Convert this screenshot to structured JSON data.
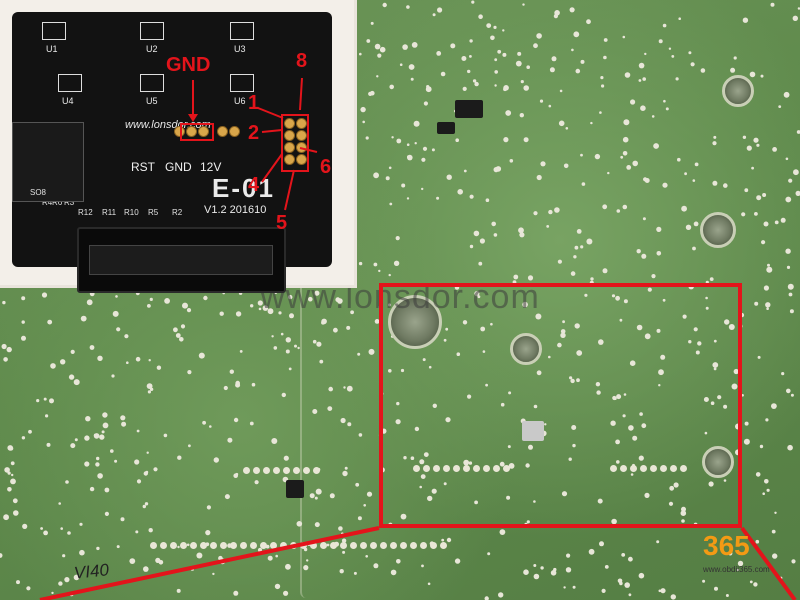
{
  "photo": {
    "main_board": "green-pcb",
    "watermark": "www.lonsdor.com",
    "handwriting": "VI40",
    "logo": {
      "brand": "365",
      "url": "www.obdii365.com"
    }
  },
  "adapter": {
    "ic_labels": [
      "U1",
      "U2",
      "U3",
      "U4",
      "U5",
      "U6"
    ],
    "url": "www.lonsdor.com",
    "rst_label": "RST",
    "gnd_label": "GND",
    "v12_label": "12V",
    "model": "E-01",
    "version": "V1.2 201610",
    "resistors": [
      "R12",
      "R11",
      "R10",
      "R5",
      "R2",
      "R3",
      "R4",
      "R6"
    ],
    "socket_label": "SO8"
  },
  "annotations": {
    "gnd": "GND",
    "pins": [
      "1",
      "2",
      "4",
      "5",
      "6",
      "8"
    ]
  },
  "colors": {
    "highlight": "#e3141b",
    "pcb_green": "#5f8a4c",
    "logo_orange": "#f39a14"
  }
}
